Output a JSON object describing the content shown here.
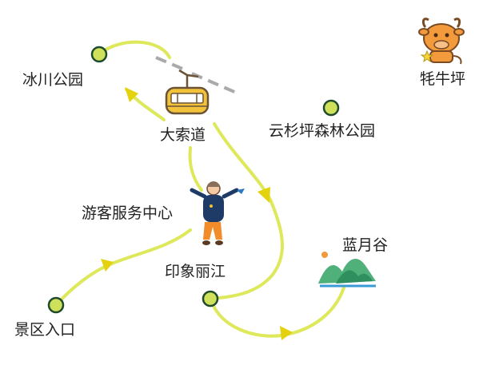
{
  "map": {
    "colors": {
      "route": "#dde85a",
      "arrow": "#e4d20f",
      "node_fill": "#cfe15a",
      "node_stroke": "#1f4a2c",
      "cable": "#aaaaaa",
      "text": "#222222"
    },
    "places": {
      "bingchuan_park": "冰川公园",
      "big_cableway": "大索道",
      "yunshanping_park": "云杉坪森林公园",
      "yak_meadow": "牦牛坪",
      "visitor_center": "游客服务中心",
      "lanyue_valley": "蓝月谷",
      "impression_lijiang": "印象丽江",
      "scenic_entrance": "景区入口"
    },
    "icons": [
      "cable-car-icon",
      "yak-icon",
      "tourist-icon",
      "mountain-icon"
    ]
  }
}
